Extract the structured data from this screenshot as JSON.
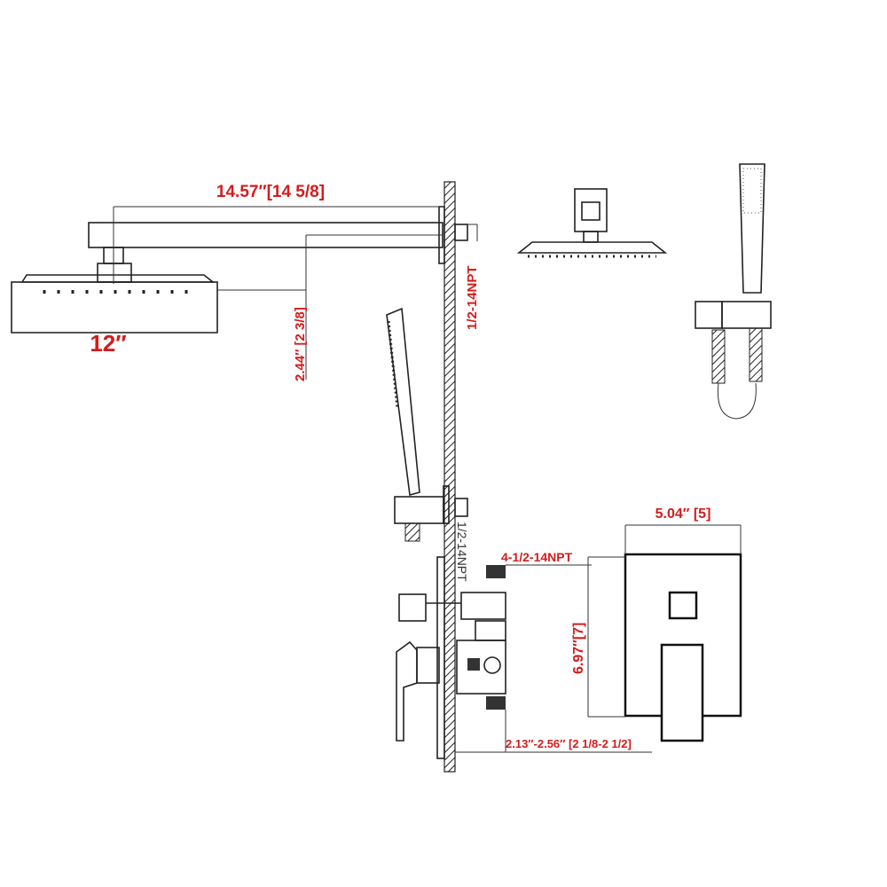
{
  "title": "Shower system dimension drawing",
  "colors": {
    "dimension_text": "#d41c1c",
    "line": "#222222"
  },
  "labels": {
    "arm_length": "14.57″[14 5/8]",
    "head_width": "12″",
    "drop_height": "2.44″ [2 3/8]",
    "arm_thread": "1/2-14NPT",
    "handheld_thread": "1/2-14NPT",
    "trim_width": "5.04″ [5]",
    "valve_ports": "4-1/2-14NPT",
    "trim_height": "6.97″[7]",
    "wall_depth": "2.13″-2.56″ [2 1/8-2  1/2]"
  }
}
